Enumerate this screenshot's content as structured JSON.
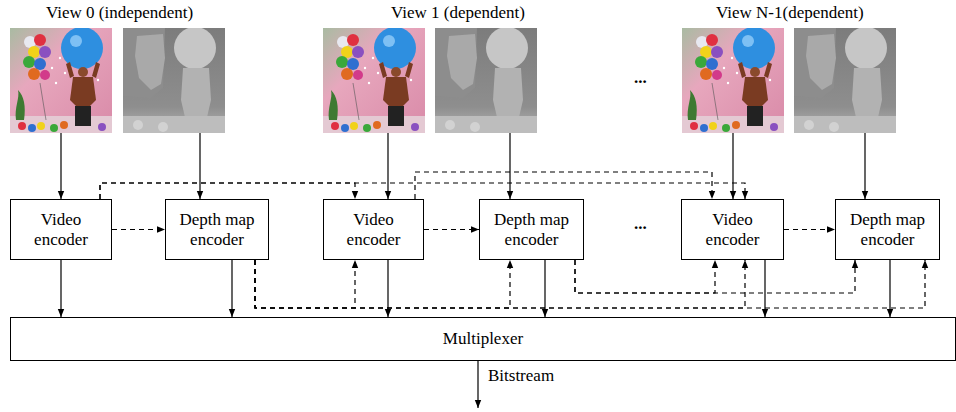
{
  "diagram": {
    "nodes": [
      {
        "text": [
          "Video encoder"
        ]
      },
      {
        "text": [
          "Depth map encoder"
        ]
      },
      {
        "text": [
          "Video encoder"
        ]
      },
      {
        "text": [
          "Depth map encoder"
        ]
      },
      {
        "text": [
          "Video encoder"
        ]
      },
      {
        "text": [
          "Depth map encoder"
        ]
      },
      {
        "text": [
          "Multiplexer"
        ]
      }
    ],
    "edges": [
      {
        "from": 0,
        "to": 1,
        "arrow": "to"
      },
      {
        "from": 2,
        "to": 3,
        "arrow": "to"
      },
      {
        "from": 4,
        "to": 5,
        "arrow": "to"
      },
      {
        "from": 0,
        "to": 2,
        "arrow": "to"
      },
      {
        "from": 0,
        "to": 4,
        "arrow": "to"
      },
      {
        "from": 2,
        "to": 4,
        "arrow": "to"
      },
      {
        "from": 1,
        "to": 2,
        "arrow": "to"
      },
      {
        "from": 1,
        "to": 3,
        "arrow": "to"
      },
      {
        "from": 1,
        "to": 4,
        "arrow": "to"
      },
      {
        "from": 1,
        "to": 5,
        "arrow": "to"
      },
      {
        "from": 3,
        "to": 4,
        "arrow": "to"
      },
      {
        "from": 3,
        "to": 5,
        "arrow": "to"
      },
      {
        "from": 0,
        "to": 6,
        "arrow": "to"
      },
      {
        "from": 1,
        "to": 6,
        "arrow": "to"
      },
      {
        "from": 2,
        "to": 6,
        "arrow": "to"
      },
      {
        "from": 3,
        "to": 6,
        "arrow": "to"
      },
      {
        "from": 4,
        "to": 6,
        "arrow": "to"
      },
      {
        "from": 5,
        "to": 6,
        "arrow": "to"
      }
    ],
    "labels": [
      "View 0 (independent)",
      "View 1 (dependent)",
      "View N-1(dependent)",
      "...",
      "...",
      "Bitstream"
    ]
  }
}
